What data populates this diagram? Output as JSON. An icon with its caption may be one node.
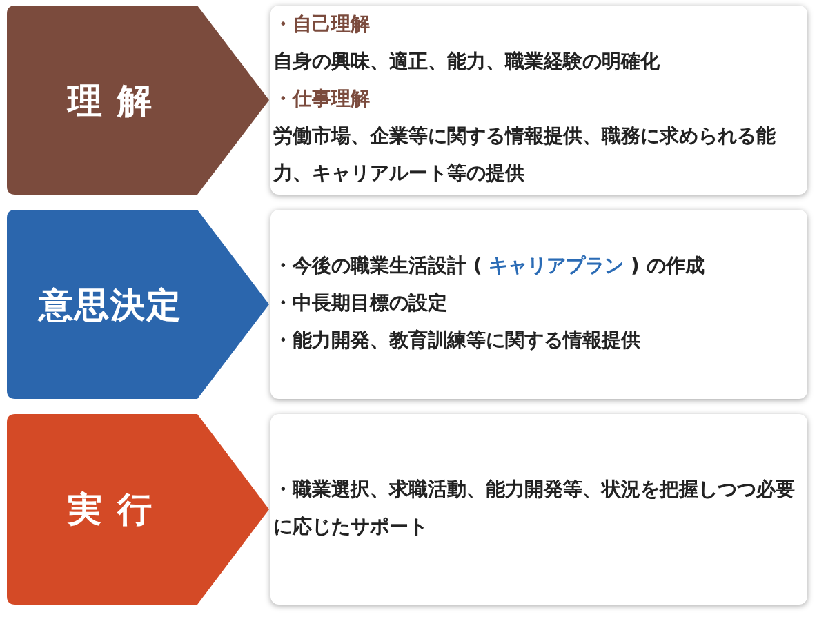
{
  "diagram": {
    "nodes": [
      {
        "text": [
          "理 解"
        ]
      },
      {
        "text": [
          "・自己理解",
          "自身の興味、適正、能力、職業経験の明確化",
          "・仕事理解",
          "労働市場、企業等に関する情報提供、職務に求められる能力、キャリアルート等の提供"
        ]
      },
      {
        "text": [
          "意思決定"
        ]
      },
      {
        "text": [
          "・今後の職業生活設計 ( **キャリアプラン** ) の作成",
          "・中長期目標の設定",
          "・能力開発、教育訓練等に関する情報提供"
        ]
      },
      {
        "text": [
          "実 行"
        ]
      },
      {
        "text": [
          "・職業選択、求職活動、能力開発等、状況を把握しつつ必要に応じたサポート"
        ]
      }
    ]
  }
}
